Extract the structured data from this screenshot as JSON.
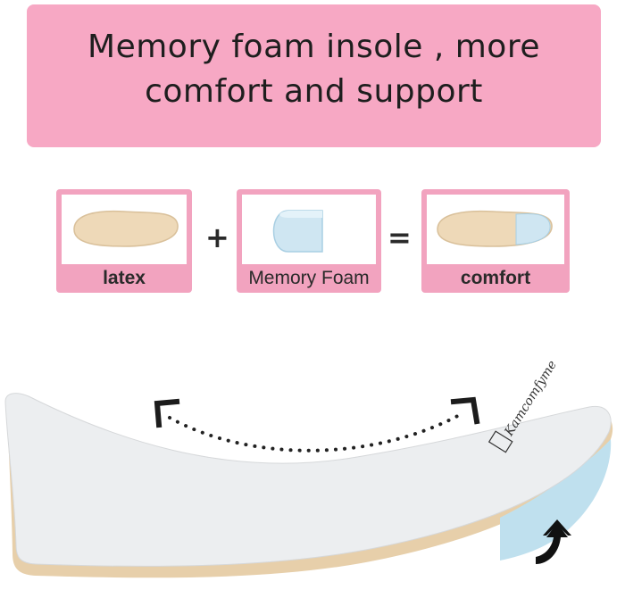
{
  "banner": {
    "line1": "Memory foam insole , more",
    "line2": "comfort and support"
  },
  "equation": {
    "items": [
      {
        "label": "latex"
      },
      {
        "label": "Memory Foam"
      },
      {
        "label": "comfort"
      }
    ],
    "plus": "+",
    "equals": "="
  },
  "insole": {
    "brand": "Kamcomfyme"
  },
  "colors": {
    "banner_pink": "#f7a8c4",
    "card_pink": "#f2a3bf",
    "latex": "#eed9b8",
    "foam": "#cfe6f2",
    "insole_top": "#eceef0"
  }
}
